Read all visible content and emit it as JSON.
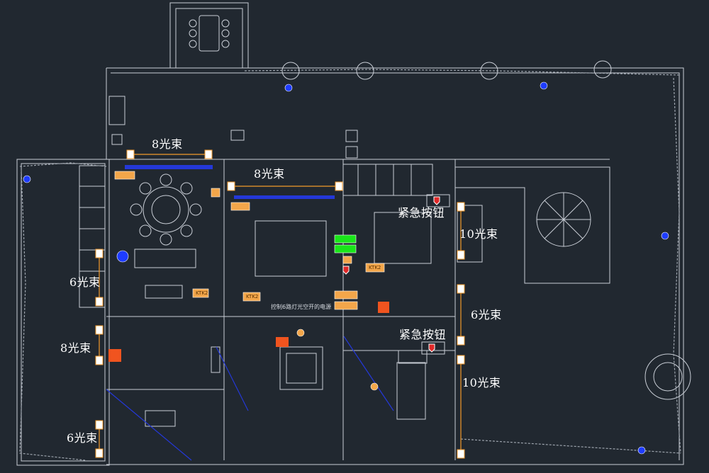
{
  "colors": {
    "background": "#212830",
    "wall": "#c9ced6",
    "beam_line": "#f39a2b",
    "light_bar": "#2438d8",
    "marker_blue": "#1e3cff",
    "dmx_green": "#19e619",
    "fixture_orange": "#f3a64a"
  },
  "beam_labels": [
    {
      "id": "b1",
      "text": "8光束"
    },
    {
      "id": "b2",
      "text": "8光束"
    },
    {
      "id": "b3",
      "text": "10光束"
    },
    {
      "id": "b4",
      "text": "6光束"
    },
    {
      "id": "b5",
      "text": "6光束"
    },
    {
      "id": "b6",
      "text": "8光束"
    },
    {
      "id": "b7",
      "text": "10光束"
    },
    {
      "id": "b8",
      "text": "6光束"
    }
  ],
  "emergency_labels": [
    {
      "id": "e1",
      "text": "紧急按钮"
    },
    {
      "id": "e2",
      "text": "紧急按钮"
    }
  ],
  "note": "控制6路灯光空开的电源",
  "fixture_tag": "KTK2"
}
